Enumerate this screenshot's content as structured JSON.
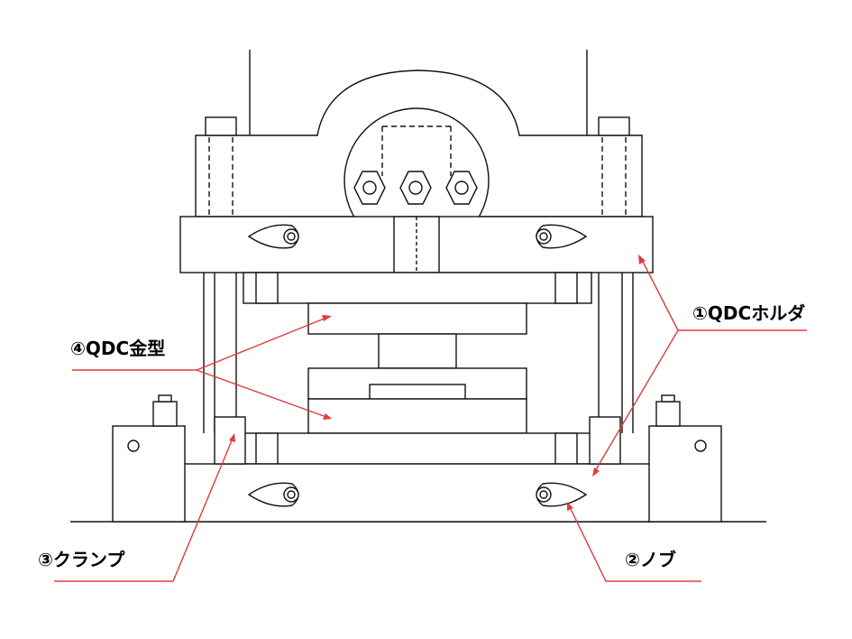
{
  "diagram": {
    "labels": {
      "qdc_holder": "①QDCホルダ",
      "qdc_die": "④QDC金型",
      "clamp": "③クランプ",
      "knob": "②ノブ"
    },
    "colors": {
      "line": "#111111",
      "callout": "#e23b3b",
      "background": "#ffffff"
    }
  }
}
